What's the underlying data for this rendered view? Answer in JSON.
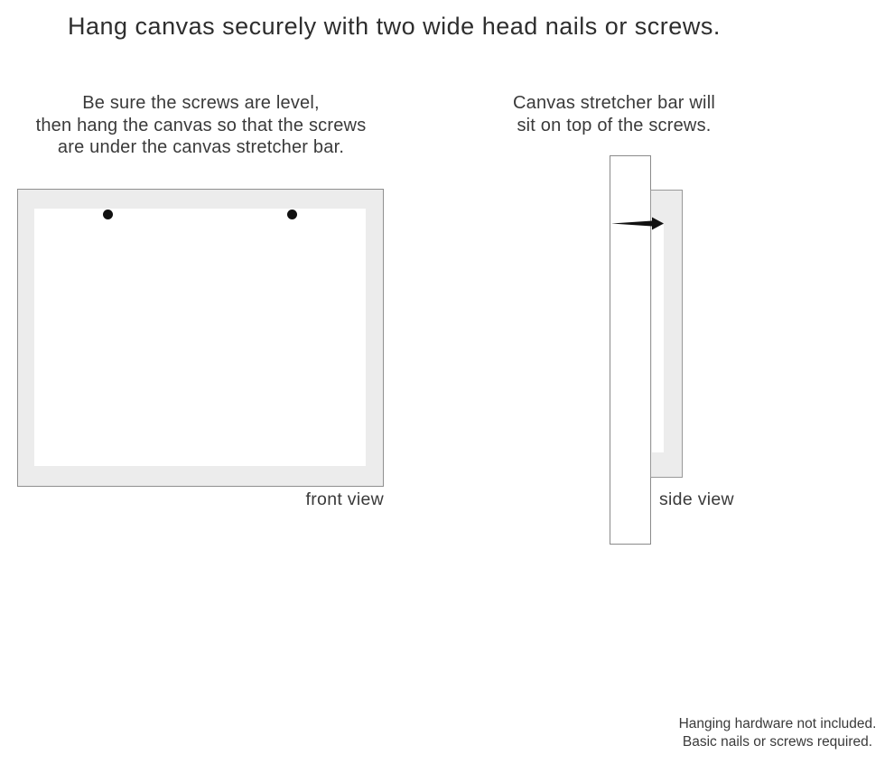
{
  "title": "Hang canvas securely with two wide head nails or screws.",
  "left_panel": {
    "instruction": [
      "Be sure the screws are level,",
      "then hang the canvas so that the screws",
      "are under the canvas stretcher bar."
    ],
    "caption": "front view",
    "screw_count": 2
  },
  "right_panel": {
    "instruction": [
      "Canvas stretcher bar will",
      "sit on top of the screws."
    ],
    "caption": "side view"
  },
  "footnote": [
    "Hanging hardware not included.",
    "Basic nails or screws required."
  ],
  "icons": {
    "screw": "screw-head-dot",
    "nail": "nail-side-profile"
  },
  "colors": {
    "background": "#ffffff",
    "canvas_fill": "#ececec",
    "outline": "#8f8f8f",
    "text": "#3a3a3a",
    "hardware": "#111111"
  }
}
